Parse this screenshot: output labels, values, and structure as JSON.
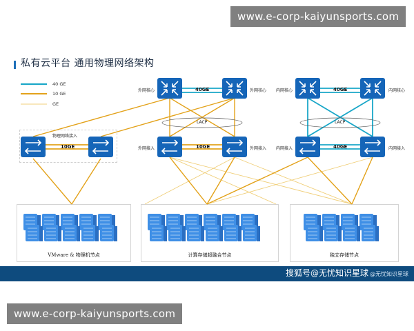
{
  "watermarks": {
    "top": "www.e-corp-kaiyunsports.com",
    "bottom": "www.e-corp-kaiyunsports.com"
  },
  "title": "私有云平台 通用物理网络架构",
  "legend": [
    {
      "label": "40 GE",
      "color": "#1aa7c8"
    },
    {
      "label": "10 GE",
      "color": "#e3a21a"
    },
    {
      "label": "GE",
      "color": "#f0cf7a"
    }
  ],
  "switch_labels": {
    "core_ext_left": "外网核心",
    "core_ext_right": "外网核心",
    "core_int_left": "内网核心",
    "core_int_right": "内网核心",
    "acc_ext_left": "外网接入",
    "acc_ext_right": "外网接入",
    "acc_int_left": "内网接入",
    "acc_int_right": "内网接入",
    "phys_access": "物理网络接入"
  },
  "links": {
    "core_ext": "40GE",
    "core_int": "40GE",
    "acc_ext": "10GE",
    "acc_int": "40GE",
    "phys": "10GE",
    "lacp_left": "LACP",
    "lacp_right": "LACP"
  },
  "groups": {
    "vmware": "VMware & 物理机节点",
    "compute": "计算存储超融合节点",
    "storage": "独立存储节点"
  },
  "credit": {
    "main": "搜狐号@无忧知识星球",
    "sub": "@无忧知识星球"
  },
  "colors": {
    "switch": "#1565b8",
    "server": "#3f8fe6",
    "band": "#0e4b7e"
  }
}
